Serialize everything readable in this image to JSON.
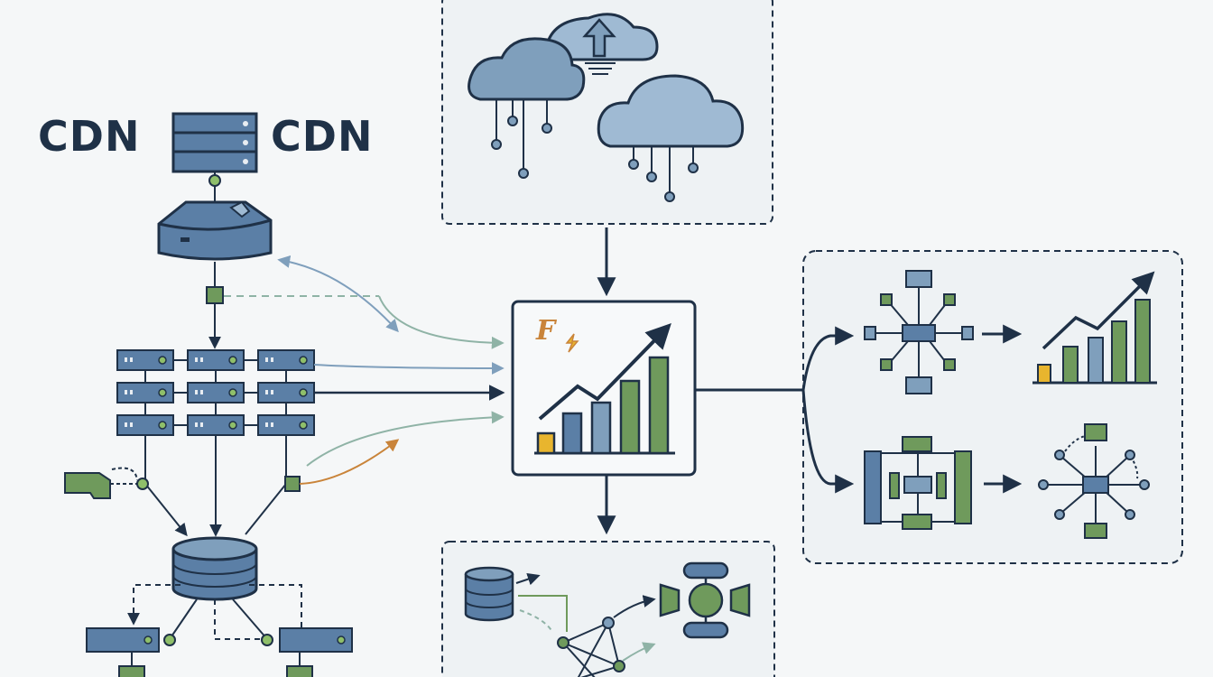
{
  "labels": {
    "cdn_left": "CDN",
    "cdn_right": "CDN",
    "analytics_mark": "F"
  },
  "colors": {
    "background": "#f5f7f8",
    "outline": "#1f3147",
    "server_fill": "#5b7fa6",
    "light_blue": "#9fbad3",
    "green": "#6f9a5c",
    "gold": "#e8b52e",
    "sage": "#8fb3a6",
    "orange": "#c9843a",
    "panel_fill": "#eef2f4"
  },
  "icons": [
    "cdn-server-icon",
    "router-icon",
    "cloud-icon",
    "upload-icon",
    "analytics-chart-icon",
    "database-icon",
    "network-graph-icon",
    "flow-diagram-icon",
    "bar-chart-icon",
    "hub-icon",
    "pipe-icon"
  ]
}
